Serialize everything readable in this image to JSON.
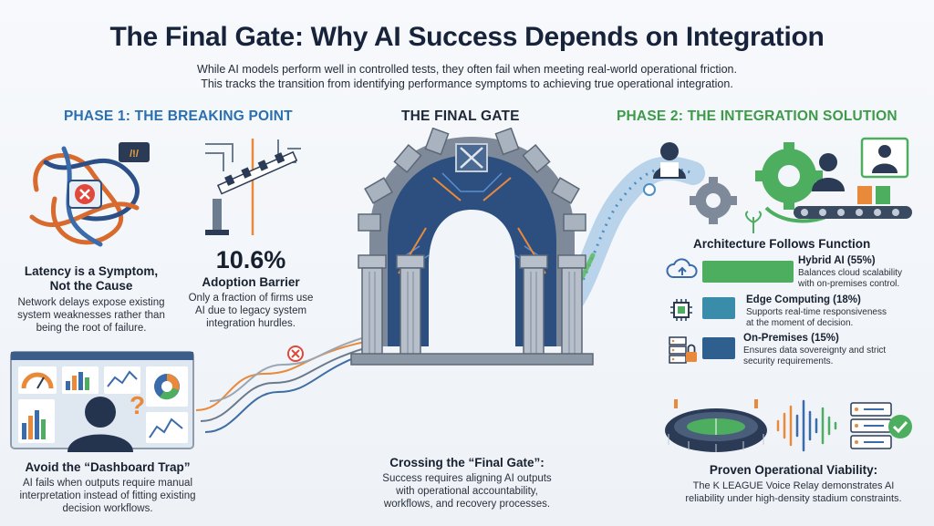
{
  "title": "The Final Gate: Why AI Success Depends on Integration",
  "intro_line1": "While AI models perform well in controlled tests, they often fail when meeting real-world operational friction.",
  "intro_line2": "This tracks the transition from identifying performance symptoms to achieving true operational integration.",
  "phase1": {
    "heading": "PHASE 1: THE BREAKING POINT",
    "latency": {
      "title_line1": "Latency is a Symptom,",
      "title_line2": "Not the Cause",
      "desc_line1": "Network delays expose existing",
      "desc_line2": "system weaknesses rather than",
      "desc_line3": "being the root of failure."
    },
    "adoption": {
      "stat": "10.6%",
      "title": "Adoption Barrier",
      "desc_line1": "Only a fraction of firms use",
      "desc_line2": "AI due to legacy system",
      "desc_line3": "integration hurdles.",
      "chart_icon_label": "/!/"
    },
    "dashboard": {
      "title": "Avoid the “Dashboard Trap”",
      "desc_line1": "AI fails when outputs require manual",
      "desc_line2": "interpretation instead of fitting existing",
      "desc_line3": "decision workflows."
    }
  },
  "gate": {
    "heading": "THE FINAL GATE",
    "crossing_title": "Crossing the “Final Gate”:",
    "crossing_line1": "Success requires aligning AI outputs",
    "crossing_line2": "with operational accountability,",
    "crossing_line3": "workflows, and recovery processes."
  },
  "phase2": {
    "heading": "PHASE 2: THE INTEGRATION SOLUTION",
    "architecture_title": "Architecture Follows Function",
    "architectures": [
      {
        "label": "Hybrid AI (55%)",
        "share": 55,
        "desc_line1": "Balances cloud scalability",
        "desc_line2": "with on-premises control.",
        "color": "#4cae5e",
        "icon": "cloud-icon"
      },
      {
        "label": "Edge Computing (18%)",
        "share": 18,
        "desc_line1": "Supports real-time responsiveness",
        "desc_line2": "at the moment of decision.",
        "color": "#3a8cab",
        "icon": "chip-icon"
      },
      {
        "label": "On-Premises (15%)",
        "share": 15,
        "desc_line1": "Ensures data sovereignty and strict",
        "desc_line2": "security requirements.",
        "color": "#2f5f8e",
        "icon": "server-lock-icon"
      }
    ],
    "viability": {
      "title": "Proven Operational Viability:",
      "desc_line1": "The K LEAGUE Voice Relay demonstrates AI",
      "desc_line2": "reliability under high-density stadium constraints."
    }
  },
  "colors": {
    "phase1": "#2b6fb0",
    "phase2": "#3d9a49",
    "danger": "#e0483b",
    "accent_orange": "#e88a3a",
    "stone": "#8d98a6",
    "stone_dark": "#5d6877"
  }
}
